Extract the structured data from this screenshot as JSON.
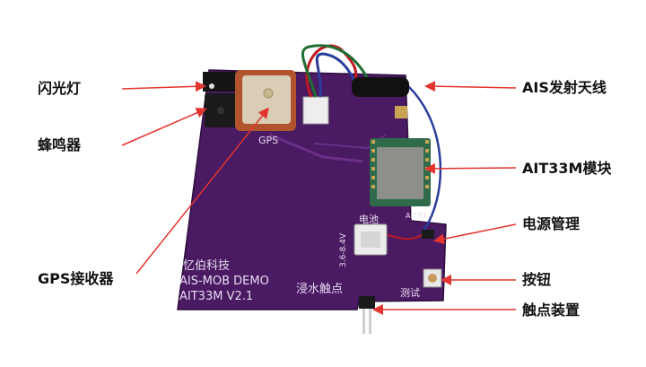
{
  "labels": {
    "flash_light": "闪光灯",
    "buzzer": "蜂鸣器",
    "gps_receiver": "GPS接收器",
    "ais_antenna": "AIS发射天线",
    "ait33m_module": "AIT33M模块",
    "power_management": "电源管理",
    "button": "按钮",
    "touch_device": "触点装置"
  },
  "board_silkscreen": {
    "gps": "GPS",
    "company": "忆伯科技",
    "demo": "AIS-MOB DEMO",
    "version": "AIT33M V2.1",
    "water_contact": "浸水触点",
    "battery": "电池",
    "voltage": "3.6-8.4V",
    "test": "测试",
    "module_mark": "AIT33"
  },
  "colors": {
    "pcb": "#4a1a63",
    "arrow": "#e3342f",
    "label_text": "#111111"
  }
}
